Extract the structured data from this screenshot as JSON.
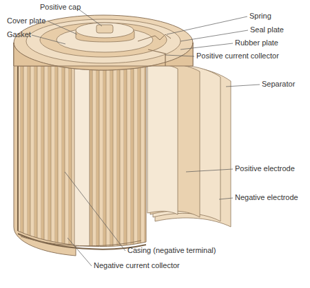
{
  "diagram": {
    "labels": [
      "Positive cap",
      "Cover plate",
      "Gasket",
      "Spring",
      "Seal plate",
      "Rubber plate",
      "Positive current collector",
      "Separator",
      "Positive electrode",
      "Negative electrode",
      "Casing (negative terminal)",
      "Negative current collector"
    ]
  }
}
